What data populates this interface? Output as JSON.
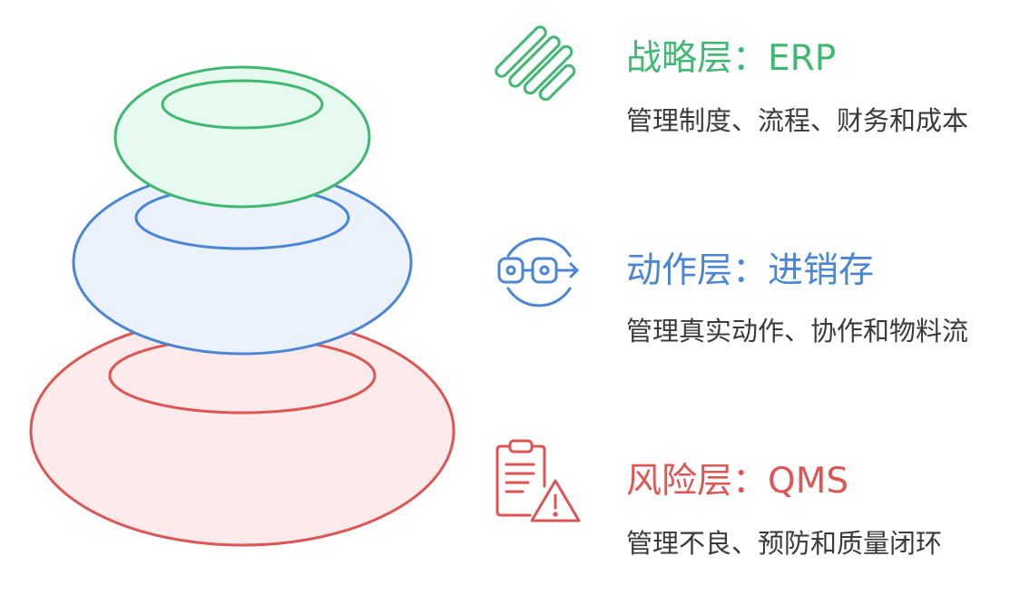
{
  "colors": {
    "strategy": "#3fb872",
    "action": "#4a85d6",
    "risk": "#dd5554",
    "strategy_fill": "#e6faef",
    "action_fill": "#ebf2fc",
    "risk_fill": "#fdeaea",
    "desc_text": "#3a3a3a"
  },
  "layers": {
    "strategy": {
      "title": "战略层：ERP",
      "description": "管理制度、流程、财务和成本",
      "icon": "striped-bars-icon"
    },
    "action": {
      "title": "动作层：进销存",
      "description": "管理真实动作、协作和物料流",
      "icon": "flow-cycle-icon"
    },
    "risk": {
      "title": "风险层：QMS",
      "description": "管理不良、预防和质量闭环",
      "icon": "clipboard-warning-icon"
    }
  }
}
